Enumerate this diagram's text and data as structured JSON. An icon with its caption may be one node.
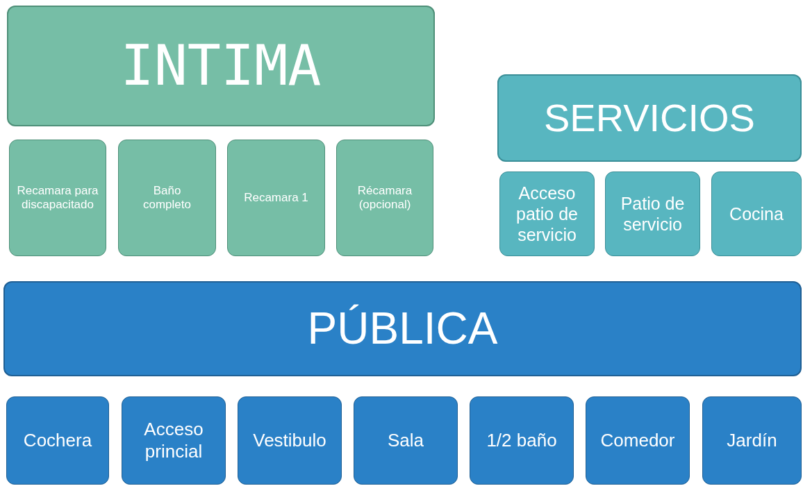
{
  "diagram": {
    "nodes": [
      {
        "text": [
          "INTIMA"
        ]
      },
      {
        "text": [
          "Recamara para discapacitado"
        ]
      },
      {
        "text": [
          "Baño completo"
        ]
      },
      {
        "text": [
          "Recamara 1"
        ]
      },
      {
        "text": [
          "Récamara (opcional)"
        ]
      },
      {
        "text": [
          "SERVICIOS"
        ]
      },
      {
        "text": [
          "Acceso patio de servicio"
        ]
      },
      {
        "text": [
          "Patio de servicio"
        ]
      },
      {
        "text": [
          "Cocina"
        ]
      },
      {
        "text": [
          "PÚBLICA"
        ]
      },
      {
        "text": [
          "Cochera"
        ]
      },
      {
        "text": [
          "Acceso princial"
        ]
      },
      {
        "text": [
          "Vestibulo"
        ]
      },
      {
        "text": [
          "Sala"
        ]
      },
      {
        "text": [
          "1/2 baño"
        ]
      },
      {
        "text": [
          "Comedor"
        ]
      },
      {
        "text": [
          "Jardín"
        ]
      }
    ]
  }
}
